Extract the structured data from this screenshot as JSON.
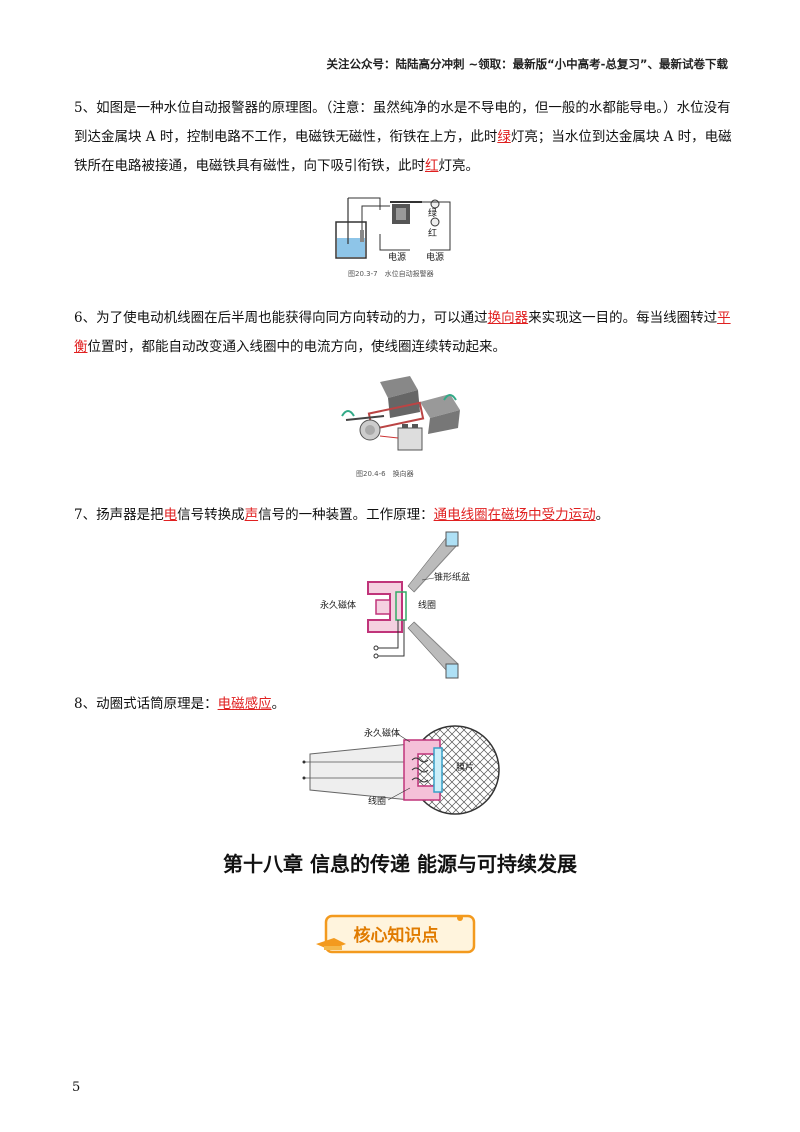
{
  "header": "关注公众号：陆陆高分冲刺 ~领取：最新版“小中高考-总复习”、最新试卷下载",
  "q5": {
    "t1": "5、如图是一种水位自动报警器的原理图。（注意：虽然纯净的水是不导电的，但一般的水都能导电。）水位没有到达金属块 A 时，控制电路不工作，电磁铁无磁性，衔铁在上方，此时",
    "a1": "绿",
    "t2": "灯亮；当水位到达金属块 A 时，电磁铁所在电路被接通，电磁铁具有磁性，向下吸引衔铁，此时",
    "a2": "红",
    "t3": "灯亮。",
    "fig_labels": {
      "green": "绿",
      "red": "红",
      "power1": "电源",
      "power2": "电源",
      "caption": "图20.3-7　水位自动报警器"
    }
  },
  "q6": {
    "t1": "6、为了使电动机线圈在后半周也能获得向同方向转动的力，可以通过",
    "a1": "换向器",
    "t2": "来实现这一目的。每当线圈转过",
    "a2": "平衡",
    "t3": "位置时，都能自动改变通入线圈中的电流方向，使线圈连续转动起来。",
    "fig_labels": {
      "caption": "图20.4-6　换向器"
    }
  },
  "q7": {
    "t1": "7、扬声器是把",
    "a1": "电",
    "t2": "信号转换成",
    "a2": "声",
    "t3": "信号的一种装置。工作原理：",
    "a3": "通电线圈在磁场中受力运动",
    "t4": "。",
    "fig_labels": {
      "cone": "锥形纸盆",
      "magnet": "永久磁体",
      "coil": "线圈"
    }
  },
  "q8": {
    "t1": "8、动圈式话筒原理是：",
    "a1": "电磁感应",
    "t2": "。",
    "fig_labels": {
      "magnet": "永久磁体",
      "diaphragm": "膜片",
      "coil": "线圈"
    }
  },
  "chapter_title": "第十八章 信息的传递 能源与可持续发展",
  "badge_label": "核心知识点",
  "page_number": "5"
}
